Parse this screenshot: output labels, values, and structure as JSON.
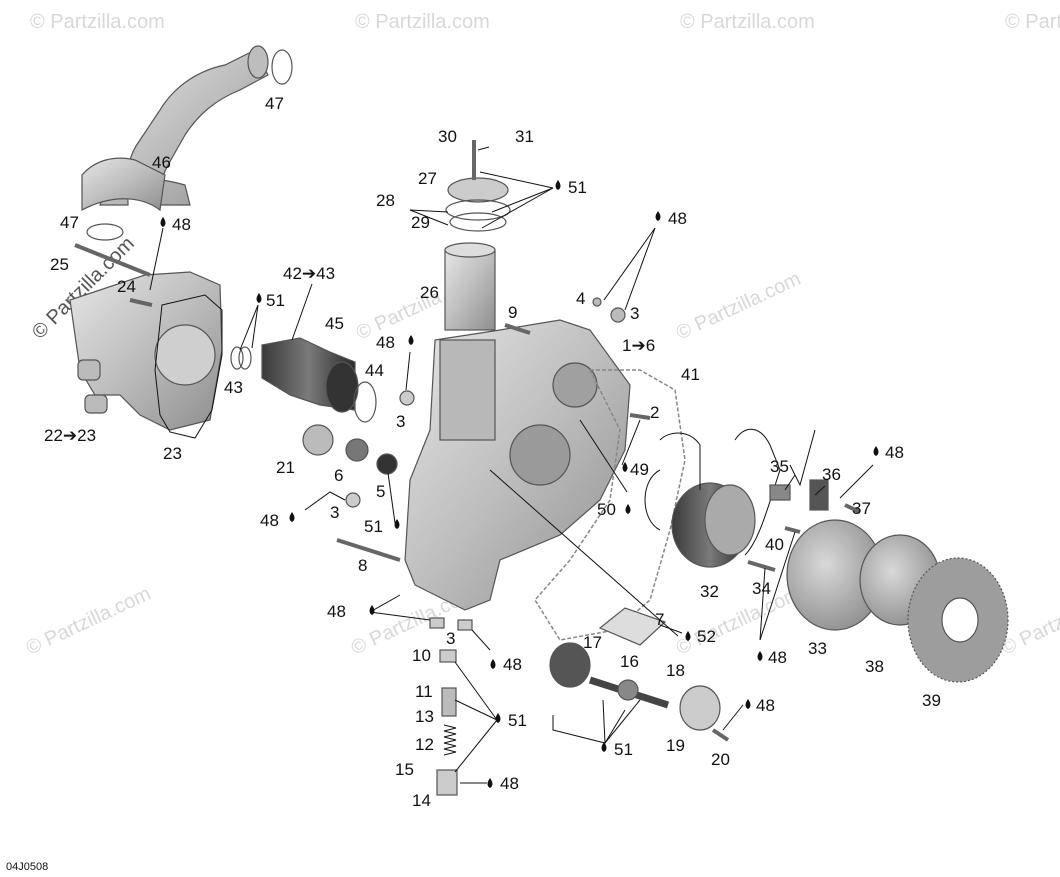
{
  "diagram": {
    "code": "04J0508",
    "watermark": "© Partzilla.com",
    "part_labels": [
      {
        "id": "l47a",
        "text": "47"
      },
      {
        "id": "l46",
        "text": "46"
      },
      {
        "id": "l47b",
        "text": "47"
      },
      {
        "id": "l48a",
        "text": "48"
      },
      {
        "id": "l25",
        "text": "25"
      },
      {
        "id": "l24",
        "text": "24"
      },
      {
        "id": "l22",
        "text": "22➔23"
      },
      {
        "id": "l23",
        "text": "23"
      },
      {
        "id": "l4243",
        "text": "42➔43"
      },
      {
        "id": "l51a",
        "text": "51"
      },
      {
        "id": "l45",
        "text": "45"
      },
      {
        "id": "l43",
        "text": "43"
      },
      {
        "id": "l44",
        "text": "44"
      },
      {
        "id": "l48b",
        "text": "48"
      },
      {
        "id": "l3a",
        "text": "3"
      },
      {
        "id": "l21",
        "text": "21"
      },
      {
        "id": "l6",
        "text": "6"
      },
      {
        "id": "l5",
        "text": "5"
      },
      {
        "id": "l48c",
        "text": "48"
      },
      {
        "id": "l3b",
        "text": "3"
      },
      {
        "id": "l51b",
        "text": "51"
      },
      {
        "id": "l8",
        "text": "8"
      },
      {
        "id": "l48d",
        "text": "48"
      },
      {
        "id": "l3c",
        "text": "3"
      },
      {
        "id": "l48e",
        "text": "48"
      },
      {
        "id": "l10",
        "text": "10"
      },
      {
        "id": "l11",
        "text": "11"
      },
      {
        "id": "l13",
        "text": "13"
      },
      {
        "id": "l12",
        "text": "12"
      },
      {
        "id": "l51c",
        "text": "51"
      },
      {
        "id": "l15",
        "text": "15"
      },
      {
        "id": "l14",
        "text": "14"
      },
      {
        "id": "l48f",
        "text": "48"
      },
      {
        "id": "l30",
        "text": "30"
      },
      {
        "id": "l31",
        "text": "31"
      },
      {
        "id": "l27",
        "text": "27"
      },
      {
        "id": "l51d",
        "text": "51"
      },
      {
        "id": "l28",
        "text": "28"
      },
      {
        "id": "l29",
        "text": "29"
      },
      {
        "id": "l26",
        "text": "26"
      },
      {
        "id": "l9",
        "text": "9"
      },
      {
        "id": "l48g",
        "text": "48"
      },
      {
        "id": "l4",
        "text": "4"
      },
      {
        "id": "l3d",
        "text": "3"
      },
      {
        "id": "l16r",
        "text": "1➔6"
      },
      {
        "id": "l41",
        "text": "41"
      },
      {
        "id": "l2",
        "text": "2"
      },
      {
        "id": "l49",
        "text": "49"
      },
      {
        "id": "l50",
        "text": "50"
      },
      {
        "id": "l35",
        "text": "35"
      },
      {
        "id": "l36",
        "text": "36"
      },
      {
        "id": "l48h",
        "text": "48"
      },
      {
        "id": "l37",
        "text": "37"
      },
      {
        "id": "l40",
        "text": "40"
      },
      {
        "id": "l32",
        "text": "32"
      },
      {
        "id": "l34",
        "text": "34"
      },
      {
        "id": "l48i",
        "text": "48"
      },
      {
        "id": "l33",
        "text": "33"
      },
      {
        "id": "l38",
        "text": "38"
      },
      {
        "id": "l39",
        "text": "39"
      },
      {
        "id": "l7",
        "text": "7"
      },
      {
        "id": "l52",
        "text": "52"
      },
      {
        "id": "l17",
        "text": "17"
      },
      {
        "id": "l16",
        "text": "16"
      },
      {
        "id": "l18",
        "text": "18"
      },
      {
        "id": "l48j",
        "text": "48"
      },
      {
        "id": "l19",
        "text": "19"
      },
      {
        "id": "l20",
        "text": "20"
      },
      {
        "id": "l51e",
        "text": "51"
      }
    ]
  }
}
